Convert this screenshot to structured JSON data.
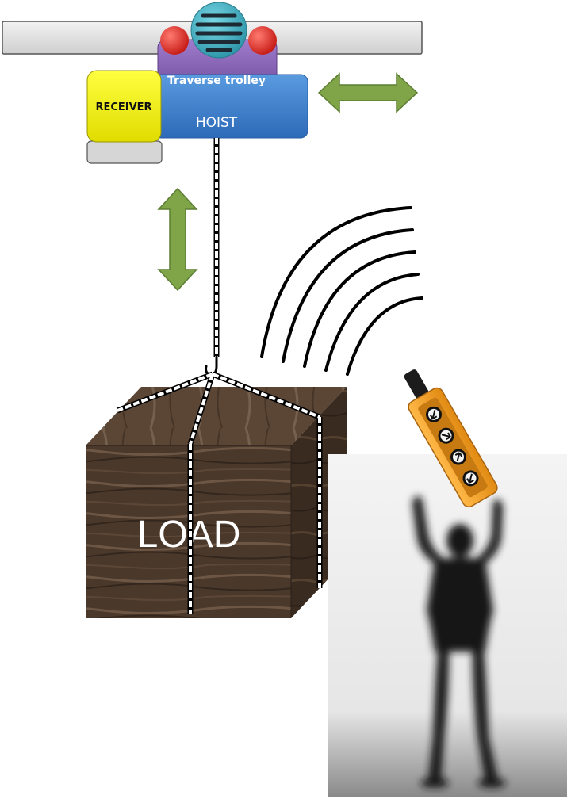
{
  "labels": {
    "receiver": "RECEIVER",
    "trolley": "Traverse trolley",
    "hoist": "HOIST",
    "load": "LOAD"
  },
  "colors": {
    "rail": "#e4e4e4",
    "trolley": "#8a5fb8",
    "trolley_wheel": "#e0322c",
    "motor": "#3fb7c9",
    "hoist": "#3a7fd0",
    "receiver": "#f4f10a",
    "arrow": "#7fa548",
    "wood_dark": "#3f2e22",
    "wood_light": "#6b5240",
    "remote_body": "#f3a22c"
  },
  "icons": {
    "remote_buttons": [
      "arrow-up-left-icon",
      "arrow-down-right-icon",
      "arrow-up-right-icon",
      "arrow-down-left-icon"
    ],
    "signal": "wireless-signal-icon",
    "hook": "crane-hook-icon",
    "operator": "operator-silhouette"
  }
}
